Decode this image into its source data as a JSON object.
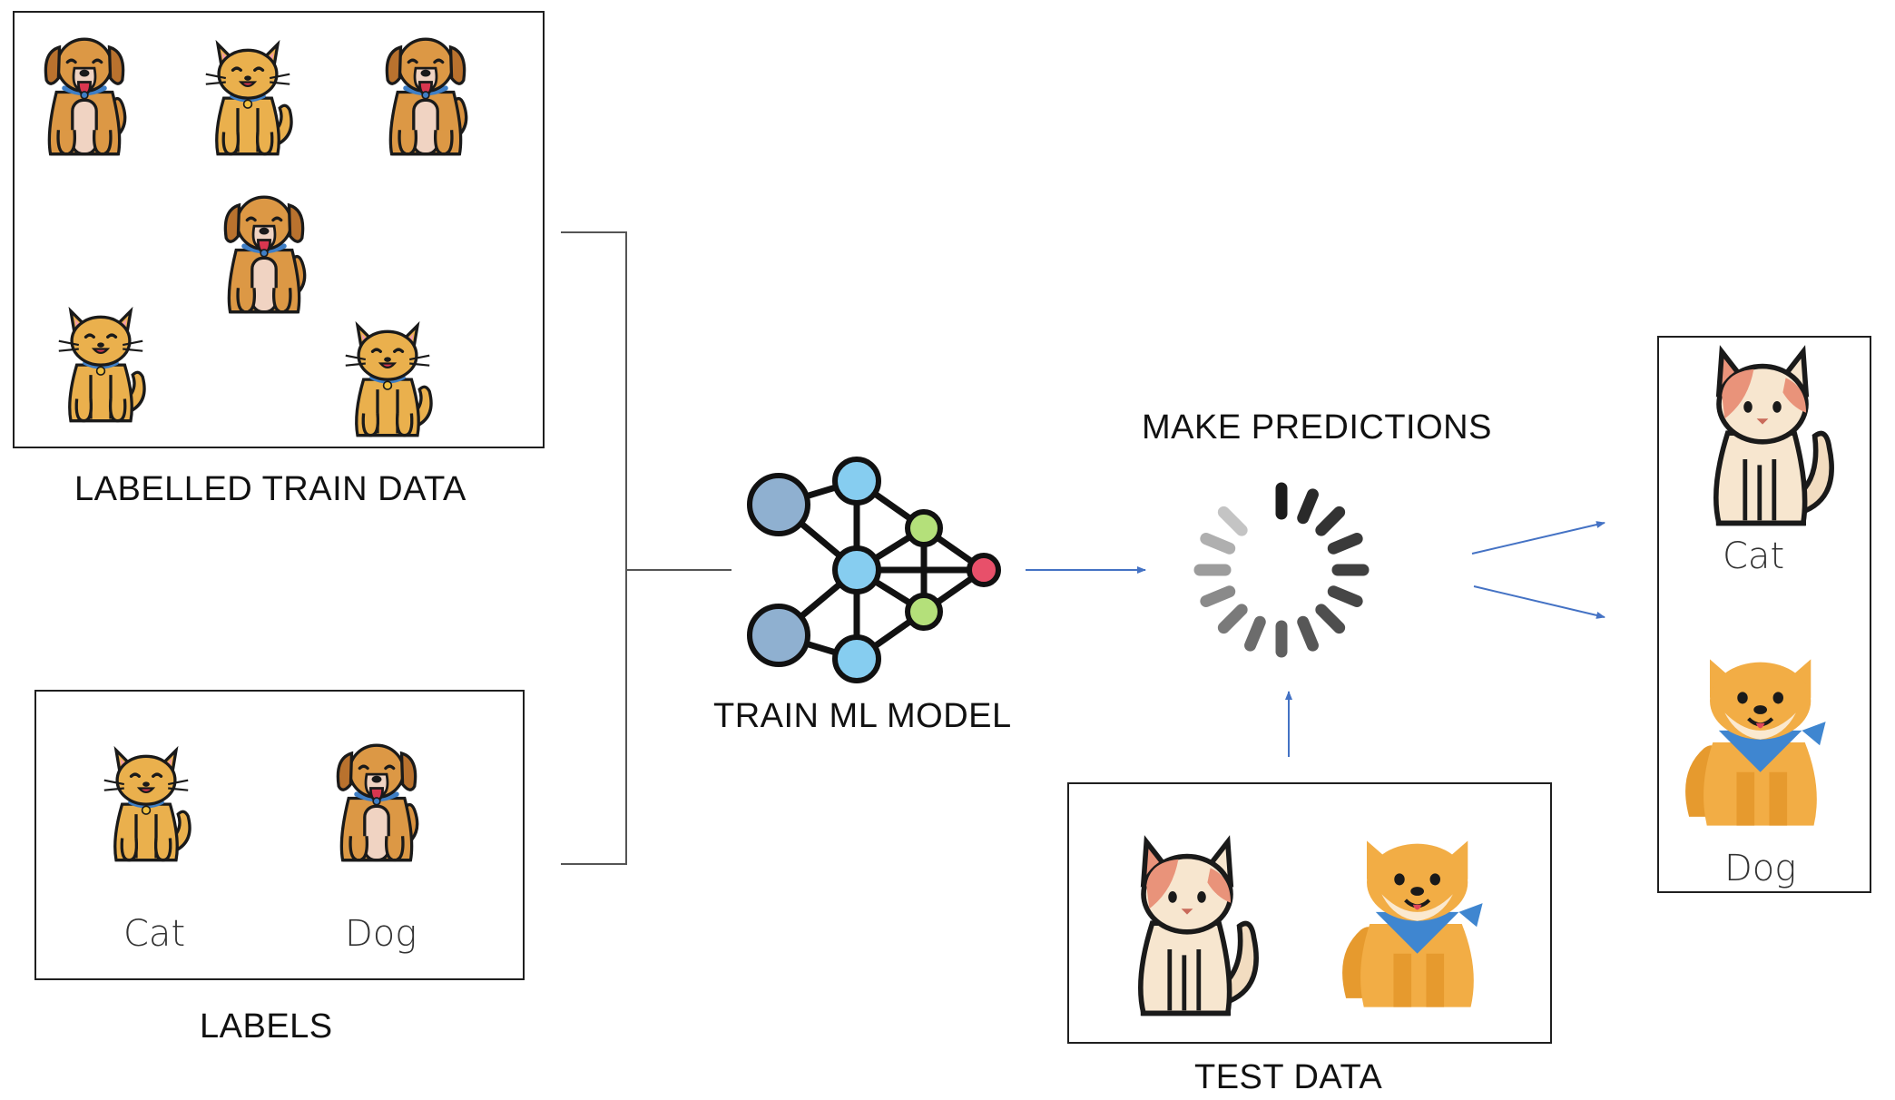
{
  "captions": {
    "train_data": "LABELLED TRAIN DATA",
    "labels": "LABELS",
    "train_model": "TRAIN ML MODEL",
    "predict": "MAKE PREDICTIONS",
    "test_data": "TEST DATA"
  },
  "label_names": {
    "cat": "Cat",
    "dog": "Dog"
  },
  "prediction_names": {
    "cat": "Cat",
    "dog": "Dog"
  },
  "icons": {
    "train_pets": [
      "dog-icon",
      "cat-icon",
      "dog-icon",
      "dog-icon",
      "cat-icon",
      "cat-icon"
    ],
    "label_pets": [
      "cat-icon",
      "dog-icon"
    ],
    "test_pets": [
      "calico-cat-icon",
      "shiba-dog-icon"
    ],
    "model": "neural-network-icon",
    "spinner": "loading-spinner-icon"
  },
  "colors": {
    "arrow": "#4472c4",
    "connector": "#555555",
    "frame": "#1f1f1f"
  }
}
